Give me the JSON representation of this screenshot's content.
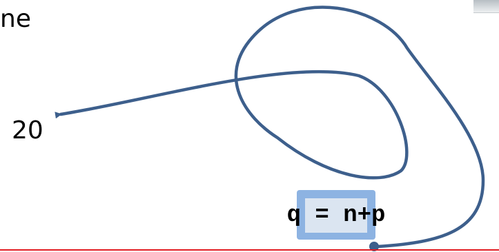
{
  "slide": {
    "title_fragment": "ne",
    "value": "20",
    "code": "q = n+p"
  },
  "colors": {
    "curve": "#3d5f8c",
    "box_outer": "#8db3e2",
    "box_inner": "#dbe5f1",
    "rule": "#e11b22"
  }
}
